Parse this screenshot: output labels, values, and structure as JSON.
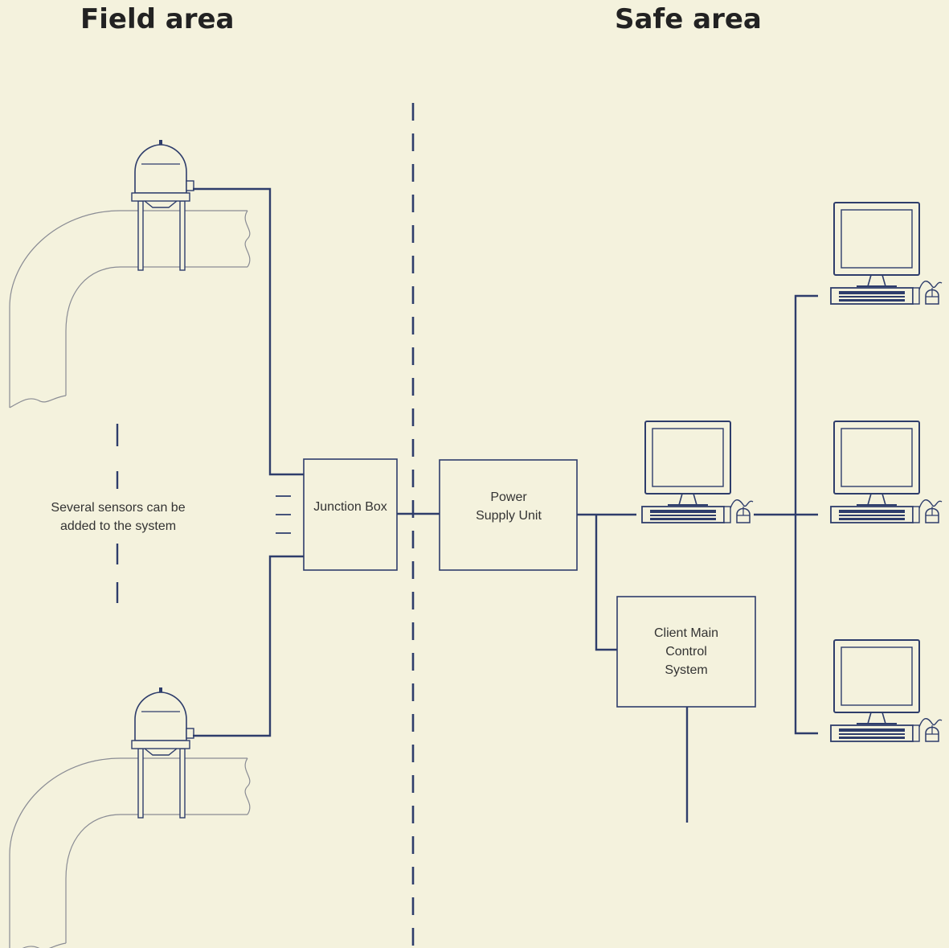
{
  "headings": {
    "field_area": "Field area",
    "safe_area": "Safe area"
  },
  "boxes": {
    "junction_box": "Junction Box",
    "power_supply_unit": "Power Supply Unit",
    "client_main_control_system": "Client Main Control System"
  },
  "note": "Several sensors can be added to the system",
  "icons": [
    "pipe-icon",
    "sensor-icon",
    "computer-icon",
    "mouse-icon"
  ],
  "colors": {
    "background": "#f4f2dd",
    "line": "#2e3d6b",
    "pipe": "#8a8c94",
    "text": "#333333"
  }
}
